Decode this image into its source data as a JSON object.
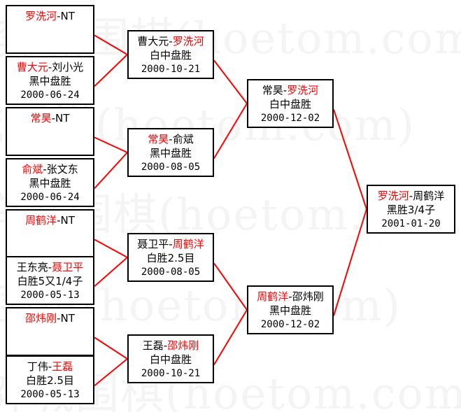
{
  "meta": {
    "title": "围棋比赛对阵表",
    "watermark_text": "弈城围棋(hoetom.com)",
    "watermark_color": "#f4f4f4",
    "winner_color": "#ff0000",
    "loser_color": "#000000",
    "line_color": "#ff0000",
    "box_border_color": "#000000",
    "background_color": "#ffffff"
  },
  "rounds": [
    {
      "name": "round-1",
      "matches": [
        {
          "id": "r1m1",
          "left": "罗洗河",
          "left_red": true,
          "right": "NT",
          "right_red": false,
          "result": "",
          "date": ""
        },
        {
          "id": "r1m2",
          "left": "曹大元",
          "left_red": true,
          "right": "刘小光",
          "right_red": false,
          "result": "黑中盘胜",
          "date": "2000-06-24"
        },
        {
          "id": "r1m3",
          "left": "常昊",
          "left_red": true,
          "right": "NT",
          "right_red": false,
          "result": "",
          "date": ""
        },
        {
          "id": "r1m4",
          "left": "俞斌",
          "left_red": true,
          "right": "张文东",
          "right_red": false,
          "result": "黑中盘胜",
          "date": "2000-06-24"
        },
        {
          "id": "r1m5",
          "left": "周鹤洋",
          "left_red": true,
          "right": "NT",
          "right_red": false,
          "result": "",
          "date": ""
        },
        {
          "id": "r1m6",
          "left": "王东亮",
          "left_red": false,
          "right": "聂卫平",
          "right_red": true,
          "result": "白胜5又1/4子",
          "date": "2000-05-13"
        },
        {
          "id": "r1m7",
          "left": "邵炜刚",
          "left_red": true,
          "right": "NT",
          "right_red": false,
          "result": "",
          "date": ""
        },
        {
          "id": "r1m8",
          "left": "丁伟",
          "left_red": false,
          "right": "王磊",
          "right_red": true,
          "result": "白胜2.5目",
          "date": "2000-05-13"
        }
      ]
    },
    {
      "name": "round-2",
      "matches": [
        {
          "id": "r2m1",
          "left": "曹大元",
          "left_red": false,
          "right": "罗洗河",
          "right_red": true,
          "result": "白中盘胜",
          "date": "2000-10-21"
        },
        {
          "id": "r2m2",
          "left": "常昊",
          "left_red": true,
          "right": "俞斌",
          "right_red": false,
          "result": "黑中盘胜",
          "date": "2000-08-05"
        },
        {
          "id": "r2m3",
          "left": "聂卫平",
          "left_red": false,
          "right": "周鹤洋",
          "right_red": true,
          "result": "白胜2.5目",
          "date": "2000-08-05"
        },
        {
          "id": "r2m4",
          "left": "王磊",
          "left_red": false,
          "right": "邵炜刚",
          "right_red": true,
          "result": "白中盘胜",
          "date": "2000-10-21"
        }
      ]
    },
    {
      "name": "semifinal",
      "matches": [
        {
          "id": "r3m1",
          "left": "常昊",
          "left_red": false,
          "right": "罗洗河",
          "right_red": true,
          "result": "白中盘胜",
          "date": "2000-12-02"
        },
        {
          "id": "r3m2",
          "left": "周鹤洋",
          "left_red": true,
          "right": "邵炜刚",
          "right_red": false,
          "result": "黑中盘胜",
          "date": "2000-12-02"
        }
      ]
    },
    {
      "name": "final",
      "matches": [
        {
          "id": "r4m1",
          "left": "罗洗河",
          "left_red": true,
          "right": "周鹤洋",
          "right_red": false,
          "result": "黑胜3/4子",
          "date": "2001-01-20"
        }
      ]
    }
  ],
  "connectors": [
    {
      "from": "r1m1",
      "to": "r2m1"
    },
    {
      "from": "r1m2",
      "to": "r2m1"
    },
    {
      "from": "r1m3",
      "to": "r2m2"
    },
    {
      "from": "r1m4",
      "to": "r2m2"
    },
    {
      "from": "r1m5",
      "to": "r2m3"
    },
    {
      "from": "r1m6",
      "to": "r2m3"
    },
    {
      "from": "r1m7",
      "to": "r2m4"
    },
    {
      "from": "r1m8",
      "to": "r2m4"
    },
    {
      "from": "r2m1",
      "to": "r3m1"
    },
    {
      "from": "r2m2",
      "to": "r3m1"
    },
    {
      "from": "r2m3",
      "to": "r3m2"
    },
    {
      "from": "r2m4",
      "to": "r3m2"
    },
    {
      "from": "r3m1",
      "to": "r4m1"
    },
    {
      "from": "r3m2",
      "to": "r4m1"
    }
  ]
}
